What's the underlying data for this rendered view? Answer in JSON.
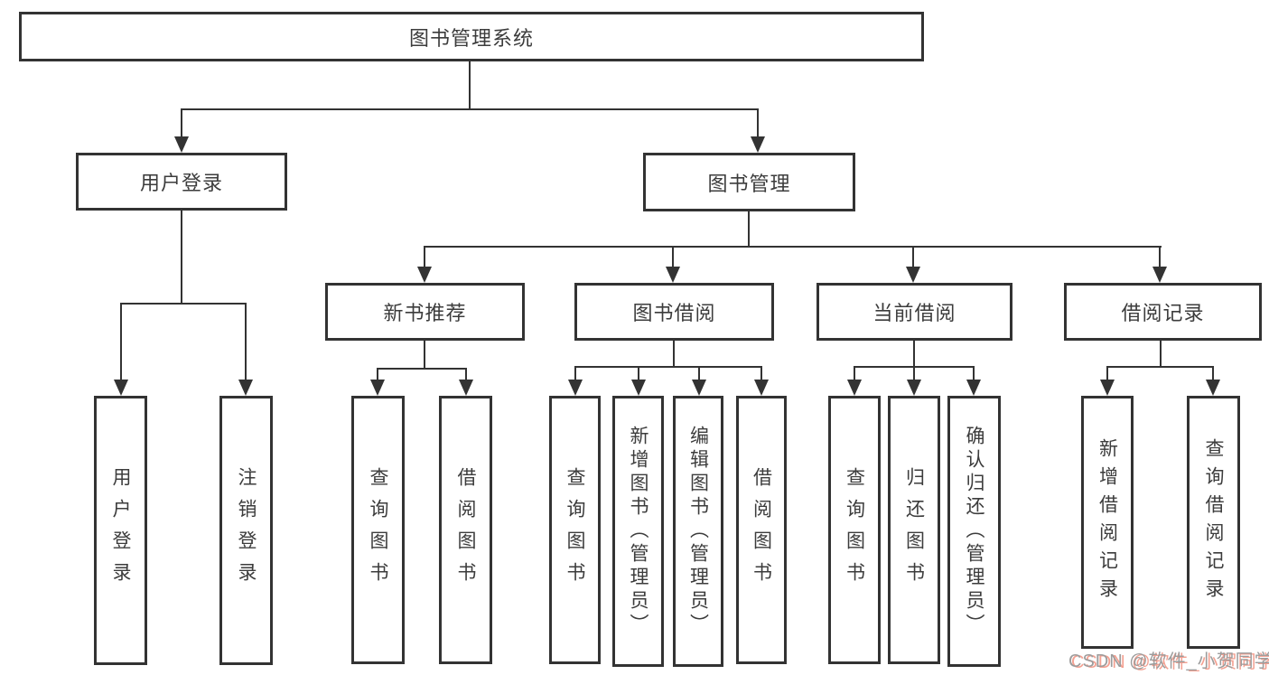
{
  "diagram": {
    "root": {
      "label": "图书管理系统"
    },
    "branches": [
      {
        "label": "用户登录",
        "children": [
          {
            "label": "用户登录"
          },
          {
            "label": "注销登录"
          }
        ]
      },
      {
        "label": "图书管理",
        "children": [
          {
            "label": "新书推荐",
            "children": [
              {
                "label": "查询图书"
              },
              {
                "label": "借阅图书"
              }
            ]
          },
          {
            "label": "图书借阅",
            "children": [
              {
                "label": "查询图书"
              },
              {
                "label": "新增图书（管理员）"
              },
              {
                "label": "编辑图书（管理员）"
              },
              {
                "label": "借阅图书"
              }
            ]
          },
          {
            "label": "当前借阅",
            "children": [
              {
                "label": "查询图书"
              },
              {
                "label": "归还图书"
              },
              {
                "label": "确认归还（管理员）"
              }
            ]
          },
          {
            "label": "借阅记录",
            "children": [
              {
                "label": "新增借阅记录"
              },
              {
                "label": "查询借阅记录"
              }
            ]
          }
        ]
      }
    ]
  },
  "watermark": {
    "text": "CSDN @软件_小贺同学"
  },
  "colors": {
    "line": "#333333",
    "box_border": "#333333",
    "box_background": "#ffffff",
    "text": "#3c3c3c",
    "watermark_gray": "#9c9c9c",
    "watermark_red_shadow": "#f4a091",
    "background": "#ffffff"
  }
}
